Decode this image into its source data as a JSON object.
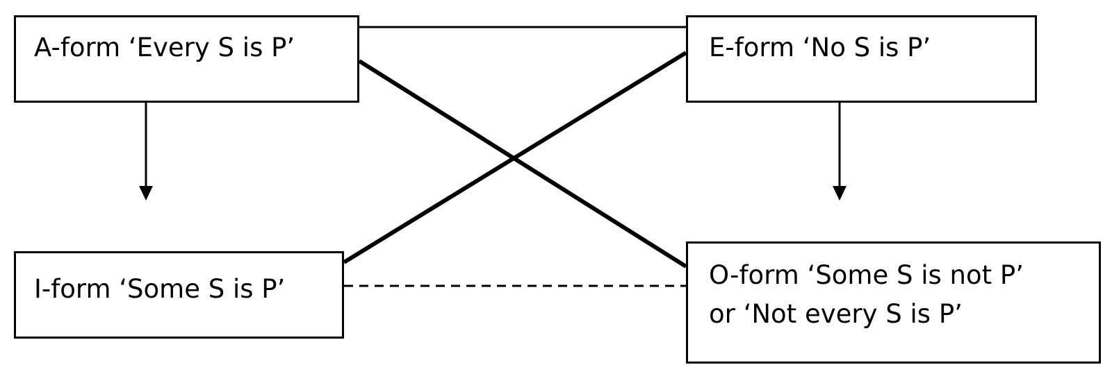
{
  "diagram": {
    "a_form": {
      "label": "A-form ‘Every S is P’"
    },
    "e_form": {
      "label": "E-form ‘No S is P’"
    },
    "i_form": {
      "label": "I-form ‘Some S is P’"
    },
    "o_form": {
      "line1": "O-form ‘Some S is not P’",
      "line2": "or ‘Not every S is P’"
    },
    "relations": [
      {
        "from": "a_form",
        "to": "e_form",
        "style": "solid-thin"
      },
      {
        "from": "a_form",
        "to": "o_form",
        "style": "solid-thick"
      },
      {
        "from": "e_form",
        "to": "i_form",
        "style": "solid-thick"
      },
      {
        "from": "i_form",
        "to": "o_form",
        "style": "dashed"
      },
      {
        "from": "a_form",
        "to": "i_form",
        "style": "arrow"
      },
      {
        "from": "e_form",
        "to": "o_form",
        "style": "arrow"
      }
    ],
    "colors": {
      "stroke": "#000000",
      "background": "#ffffff",
      "text": "#000000"
    }
  }
}
